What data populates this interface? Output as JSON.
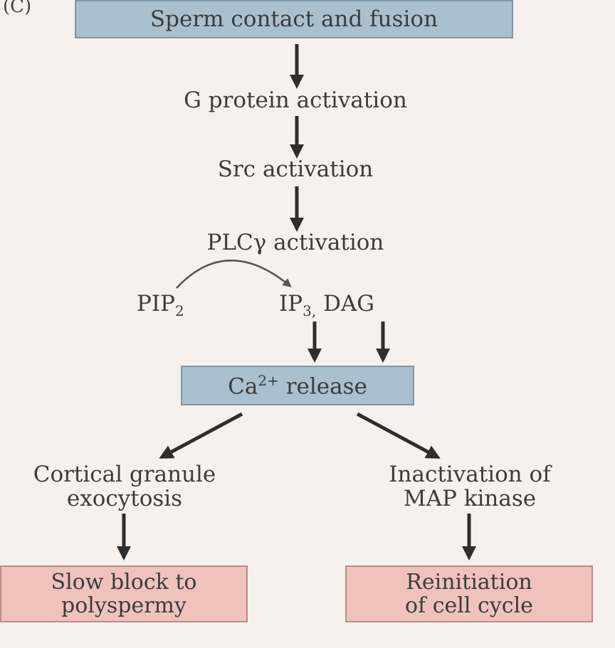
{
  "panel_label": "(C)",
  "nodes": {
    "sperm": "Sperm contact and fusion",
    "gprotein": "G protein activation",
    "src": "Src activation",
    "plc": "PLCγ activation",
    "pip2_main": "PIP",
    "pip2_sub": "2",
    "ip3_main": "IP",
    "ip3_sub": "3,",
    "dag": "DAG",
    "ca_main": "Ca",
    "ca_sup": "2+",
    "ca_rest": "release",
    "cortical_line1": "Cortical granule",
    "cortical_line2": "exocytosis",
    "inactivation_line1": "Inactivation of",
    "inactivation_line2": "MAP kinase",
    "slow_line1": "Slow block to",
    "slow_line2": "polyspermy",
    "reinit_line1": "Reinitiation",
    "reinit_line2": "of cell cycle"
  },
  "colors": {
    "background": "#f7f1ee",
    "blue_box": "#aac0cf",
    "pink_box": "#efc3bc",
    "arrow": "#2e2e2e"
  }
}
